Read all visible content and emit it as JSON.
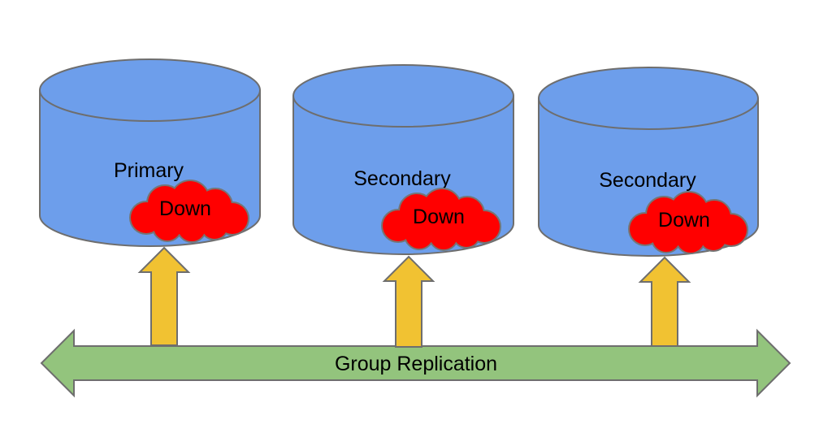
{
  "diagram": {
    "nodes": [
      {
        "role": "Primary",
        "status": "Down"
      },
      {
        "role": "Secondary",
        "status": "Down"
      },
      {
        "role": "Secondary",
        "status": "Down"
      }
    ],
    "bus_label": "Group Replication",
    "colors": {
      "cylinder_fill": "#6d9eeb",
      "cloud_fill": "#ff0000",
      "cloud_outline": "#757575",
      "arrow_fill": "#f1c232",
      "bus_fill": "#93c47d",
      "outline": "#6e6e6e",
      "text": "#000000"
    }
  }
}
